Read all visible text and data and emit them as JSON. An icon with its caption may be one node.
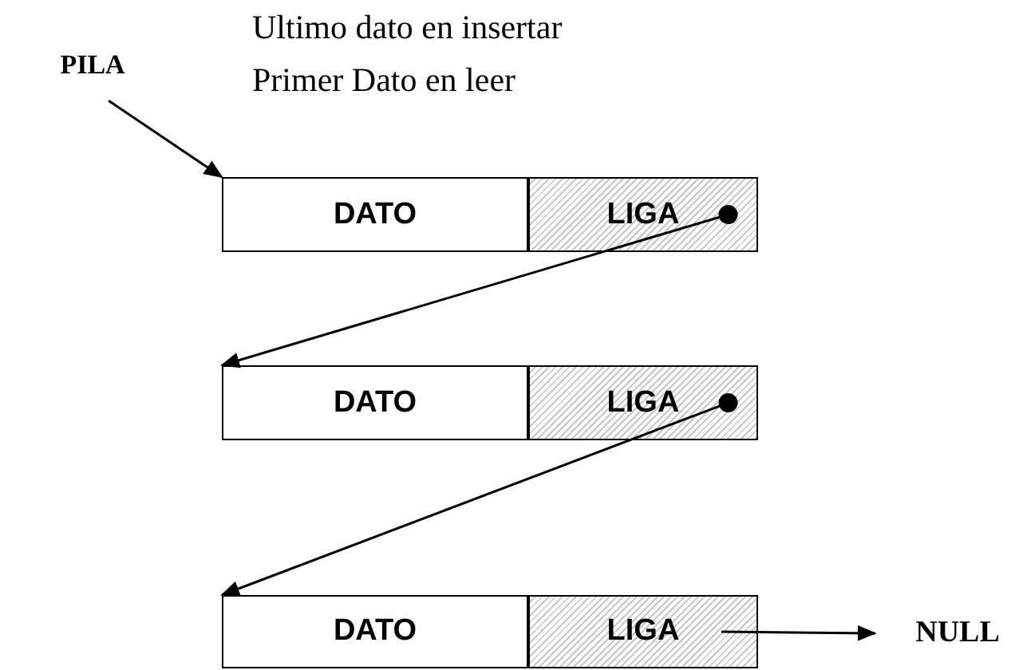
{
  "diagram": {
    "nodes": [
      {
        "text": [
          "PILA"
        ]
      },
      {
        "text": [
          "DATO"
        ]
      },
      {
        "text": [
          "LIGA"
        ]
      },
      {
        "text": [
          "DATO"
        ]
      },
      {
        "text": [
          "LIGA"
        ]
      },
      {
        "text": [
          "DATO"
        ]
      },
      {
        "text": [
          "LIGA"
        ]
      },
      {
        "text": [
          "NULL"
        ]
      }
    ],
    "edges": [
      {
        "from": 0,
        "to": 1,
        "arrow": "to"
      },
      {
        "from": 2,
        "to": 3,
        "arrow": "to"
      },
      {
        "from": 4,
        "to": 5,
        "arrow": "to"
      },
      {
        "from": 6,
        "to": 7,
        "arrow": "to"
      }
    ],
    "labels": [
      "Ultimo dato en insertar",
      "Primer Dato en leer"
    ]
  }
}
